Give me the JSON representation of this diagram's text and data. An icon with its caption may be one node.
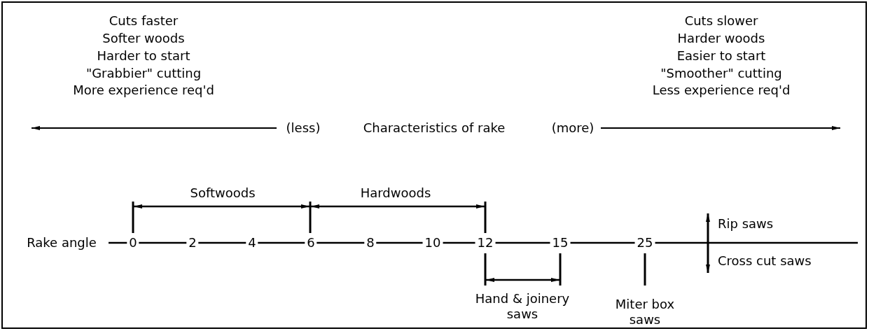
{
  "diagram": {
    "labels": [
      "Cuts faster",
      "Softer woods",
      "Harder to start",
      "\"Grabbier\" cutting",
      "More experience req'd",
      "Cuts slower",
      "Harder woods",
      "Easier to start",
      "\"Smoother\" cutting",
      "Less experience req'd",
      "(less)",
      "Characteristics of rake",
      "(more)",
      "Softwoods",
      "Hardwoods",
      "Rake angle",
      "0",
      "2",
      "4",
      "6",
      "8",
      "10",
      "12",
      "15",
      "25",
      "Rip saws",
      "Cross cut saws",
      "Hand & joinery saws",
      "Miter box saws"
    ]
  }
}
